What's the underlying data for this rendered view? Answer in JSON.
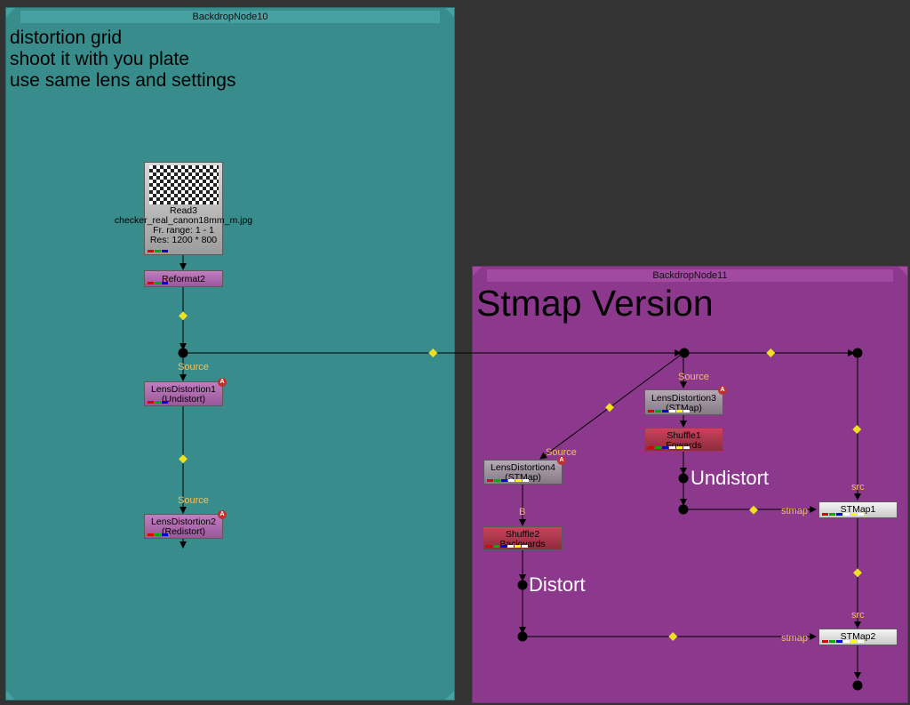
{
  "backdrops": {
    "teal": {
      "title": "BackdropNode10",
      "label": "distortion grid\nshoot it with you plate\nuse same lens and settings"
    },
    "purple": {
      "title": "BackdropNode11",
      "label": "Stmap Version"
    }
  },
  "nodes": {
    "read3": {
      "name": "Read3",
      "file": "checker_real_canon18mm_m.jpg",
      "range": "Fr. range: 1 - 1",
      "res": "Res: 1200 * 800"
    },
    "reformat2": {
      "name": "Reformat2"
    },
    "lens1": {
      "name": "LensDistortion1",
      "sub": "(Undistort)",
      "badge": "A"
    },
    "lens2": {
      "name": "LensDistortion2",
      "sub": "(Redistort)",
      "badge": "A"
    },
    "lens3": {
      "name": "LensDistortion3",
      "sub": "(STMap)",
      "badge": "A"
    },
    "lens4": {
      "name": "LensDistortion4",
      "sub": "(STMap)",
      "badge": "A"
    },
    "shuffle1": {
      "name": "Shuffle1",
      "sub": "Fowards"
    },
    "shuffle2": {
      "name": "Shuffle2",
      "sub": "Backwards"
    },
    "stmap1": {
      "name": "STMap1"
    },
    "stmap2": {
      "name": "STMap2"
    }
  },
  "input_labels": {
    "source1": "Source",
    "source2": "Source",
    "source3": "Source",
    "source4": "Source",
    "b": "B",
    "src1": "src",
    "src2": "src",
    "stmap1": "stmap",
    "stmap2": "stmap"
  },
  "dot_labels": {
    "undistort": "Undistort",
    "distort": "Distort"
  },
  "colors": {
    "teal_backdrop": "#388c8c",
    "purple_backdrop": "#8c388c",
    "canvas": "#333333",
    "input_label": "#f0c060"
  }
}
